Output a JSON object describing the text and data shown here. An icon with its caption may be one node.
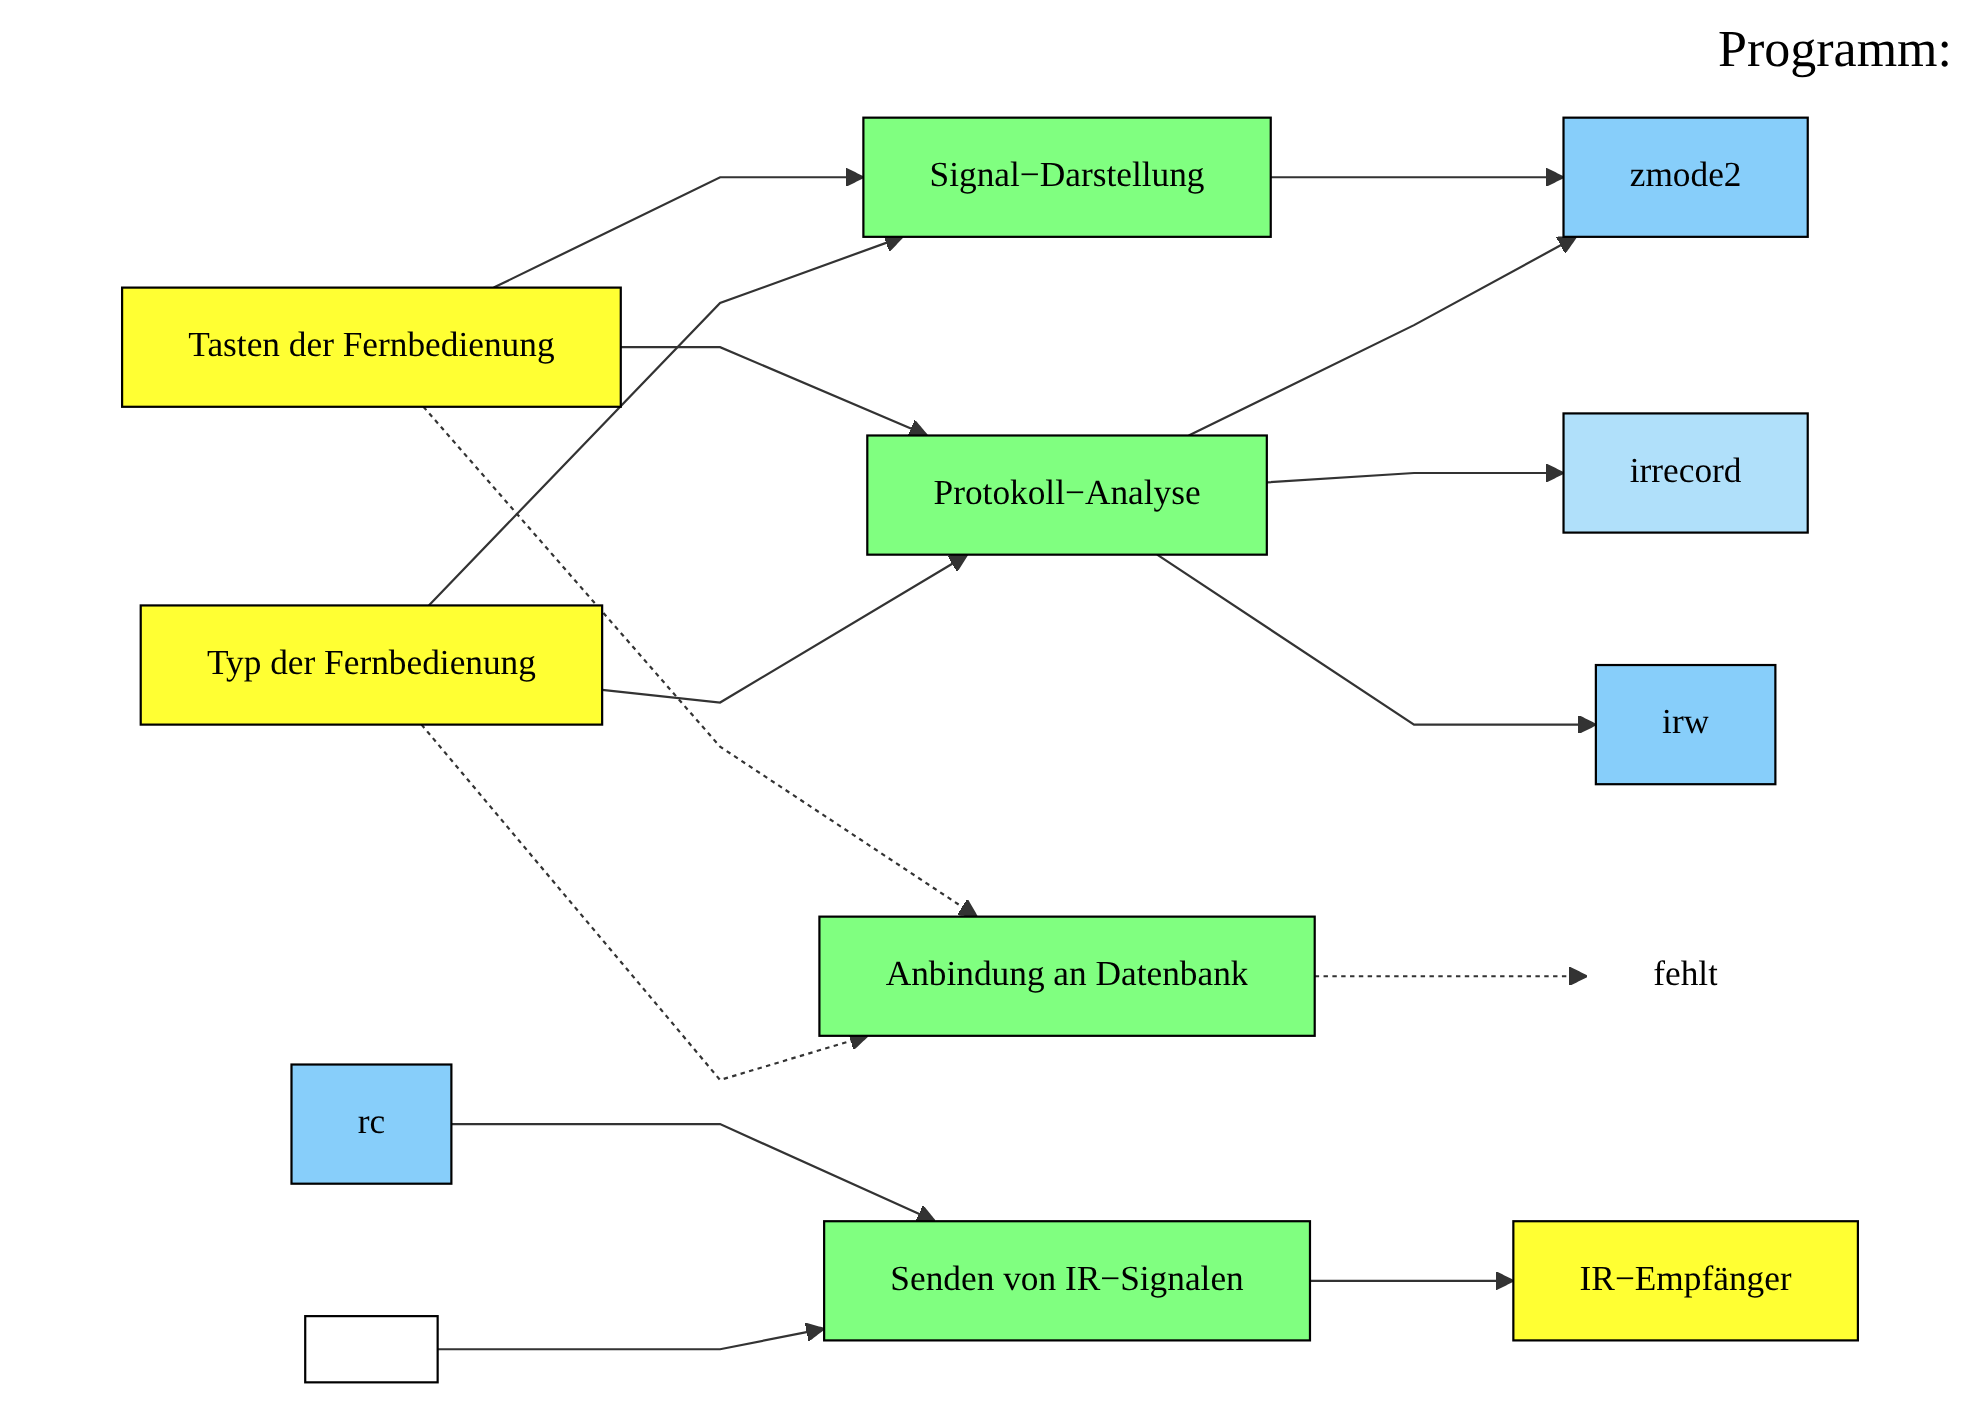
{
  "diagram": {
    "nodes": [
      {
        "text": [
          "Tasten der Fernbedienung"
        ]
      },
      {
        "text": [
          "Typ der Fernbedienung"
        ]
      },
      {
        "text": [
          "Signal−Darstellung"
        ]
      },
      {
        "text": [
          "Protokoll−Analyse"
        ]
      },
      {
        "text": [
          "Anbindung an Datenbank"
        ]
      },
      {
        "text": [
          "zmode2"
        ]
      },
      {
        "text": [
          "irrecord"
        ]
      },
      {
        "text": [
          "irw"
        ]
      },
      {
        "text": [
          "fehlt"
        ]
      },
      {
        "text": [
          "IR−Empfänger"
        ]
      },
      {
        "text": [
          "Senden von IR−Signalen"
        ]
      },
      {
        "text": [
          "rc"
        ]
      },
      {
        "text": [],
        "shape": "box"
      }
    ],
    "edges": [
      {
        "from": 0,
        "to": 2,
        "arrow": "to"
      },
      {
        "from": 0,
        "to": 3,
        "arrow": "to"
      },
      {
        "from": 0,
        "to": 4,
        "arrow": "to",
        "style": "dashed"
      },
      {
        "from": 1,
        "to": 2,
        "arrow": "to"
      },
      {
        "from": 1,
        "to": 3,
        "arrow": "to"
      },
      {
        "from": 1,
        "to": 4,
        "arrow": "to",
        "style": "dashed"
      },
      {
        "from": 2,
        "to": 5,
        "arrow": "to"
      },
      {
        "from": 3,
        "to": 5,
        "arrow": "to"
      },
      {
        "from": 3,
        "to": 6,
        "arrow": "to"
      },
      {
        "from": 3,
        "to": 7,
        "arrow": "to"
      },
      {
        "from": 4,
        "to": 8,
        "arrow": "to",
        "style": "dashed"
      },
      {
        "from": 10,
        "to": 9,
        "arrow": "to"
      },
      {
        "from": 11,
        "to": 10,
        "arrow": "to"
      },
      {
        "from": 12,
        "to": 10,
        "arrow": "to"
      }
    ],
    "labels": [
      "Programm:"
    ]
  }
}
